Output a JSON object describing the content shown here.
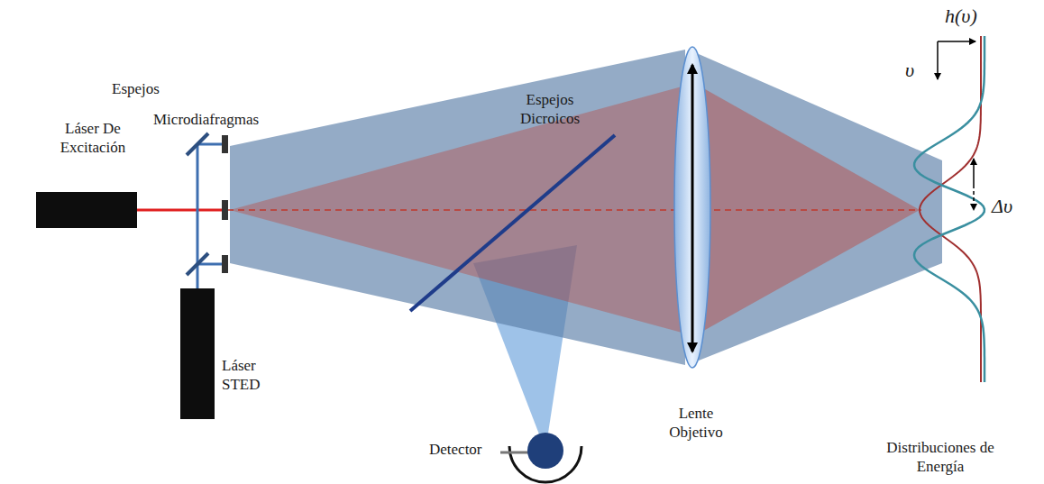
{
  "diagram": {
    "labels": [
      "Espejos",
      "Láser De Excitación",
      "Microdiafragmas",
      "Espejos Dicroicos",
      "Láser STED",
      "Detector",
      "Lente Objetivo",
      "h(υ)",
      "υ",
      "Δυ",
      "Distribuciones de Energía"
    ]
  }
}
